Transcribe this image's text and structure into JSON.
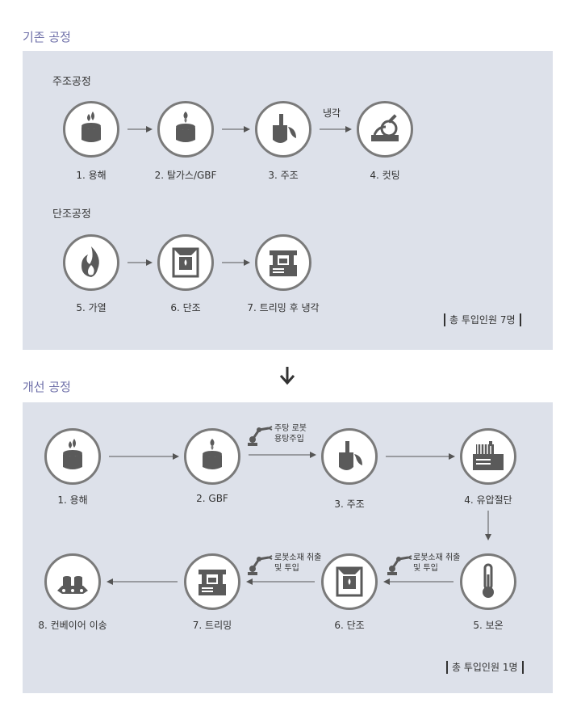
{
  "existing": {
    "title": "기존 공정",
    "casting_title": "주조공정",
    "forging_title": "단조공정",
    "cooling_caption": "냉각",
    "total": "총 투입인원 7명",
    "steps": [
      {
        "label": "1. 용해",
        "icon": "melting-pot-icon"
      },
      {
        "label": "2. 탈가스/GBF",
        "icon": "degassing-pot-icon"
      },
      {
        "label": "3. 주조",
        "icon": "ladle-pour-icon"
      },
      {
        "label": "4. 컷팅",
        "icon": "cutting-saw-icon"
      },
      {
        "label": "5. 가열",
        "icon": "flame-icon"
      },
      {
        "label": "6. 단조",
        "icon": "forging-press-icon"
      },
      {
        "label": "7. 트리밍 후 냉각",
        "icon": "trimming-machine-icon"
      }
    ]
  },
  "improved": {
    "title": "개선 공정",
    "total": "총 투입인원 1명",
    "robot_pour": [
      "주탕 로봇",
      "용탕주입"
    ],
    "robot_takeout_1": [
      "로봇소재 취출",
      "및 투입"
    ],
    "robot_takeout_2": [
      "로봇소재 취출",
      "및 투입"
    ],
    "steps": [
      {
        "label": "1. 용해",
        "icon": "melting-pot-icon"
      },
      {
        "label": "2. GBF",
        "icon": "degassing-pot-icon"
      },
      {
        "label": "3. 주조",
        "icon": "ladle-pour-icon"
      },
      {
        "label": "4. 유압절단",
        "icon": "hydraulic-cutter-icon"
      },
      {
        "label": "5. 보온",
        "icon": "thermometer-icon"
      },
      {
        "label": "6. 단조",
        "icon": "forging-press-icon"
      },
      {
        "label": "7. 트리밍",
        "icon": "trimming-machine-icon"
      },
      {
        "label": "8. 컨베이어 이송",
        "icon": "conveyor-icon"
      }
    ]
  },
  "colors": {
    "panel": "#dde1ea",
    "section_title": "#6e6fa8",
    "icon": "#5a5a5a",
    "ring": "#7a7a7a"
  }
}
